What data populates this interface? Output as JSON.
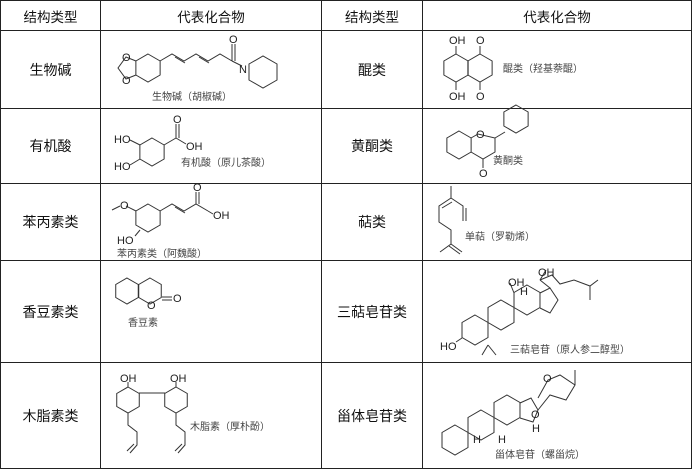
{
  "headers": [
    "结构类型",
    "代表化合物",
    "结构类型",
    "代表化合物"
  ],
  "rows": [
    {
      "left_class": "生物碱",
      "left_caption": "生物碱（胡椒碱）",
      "right_class": "醌类",
      "right_caption": "醌类（羟基萘醌）"
    },
    {
      "left_class": "有机酸",
      "left_caption": "有机酸（原儿茶酸）",
      "right_class": "黄酮类",
      "right_caption": "黄酮类"
    },
    {
      "left_class": "苯丙素类",
      "left_caption": "苯丙素类（阿魏酸）",
      "right_class": "萜类",
      "right_caption": "单萜（罗勒烯）"
    },
    {
      "left_class": "香豆素类",
      "left_caption": "香豆素",
      "right_class": "三萜皂苷类",
      "right_caption": "三萜皂苷（原人参二醇型）"
    },
    {
      "left_class": "木脂素类",
      "left_caption": "木脂素（厚朴酚）",
      "right_class": "甾体皂苷类",
      "right_caption": "甾体皂苷（螺甾烷）"
    }
  ],
  "atoms": {
    "O": "O",
    "N": "N",
    "OH": "OH",
    "HO": "HO",
    "H": "H"
  }
}
